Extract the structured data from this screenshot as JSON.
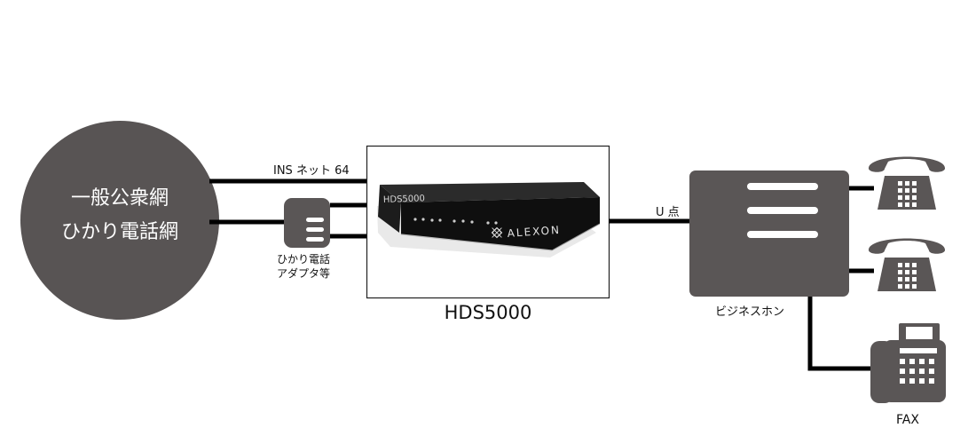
{
  "network": {
    "line1": "一般公衆網",
    "line2": "ひかり電話網"
  },
  "labels": {
    "ins": "INS ネット 64",
    "adapter_line1": "ひかり電話",
    "adapter_line2": "アダプタ等",
    "device_title": "HDS5000",
    "u_point": "U 点",
    "business_phone": "ビジネスホン",
    "fax": "FAX"
  },
  "device_panel": {
    "model_text": "HDS5000",
    "brand_text": "ALEXON"
  },
  "icons": {
    "telephone": "telephone-icon",
    "fax": "fax-icon",
    "adapter": "adapter-icon",
    "pbx": "business-phone-unit-icon"
  },
  "colors": {
    "network_circle": "#585454",
    "device_gray": "#5a5656",
    "line": "#000000",
    "text": "#111111"
  }
}
